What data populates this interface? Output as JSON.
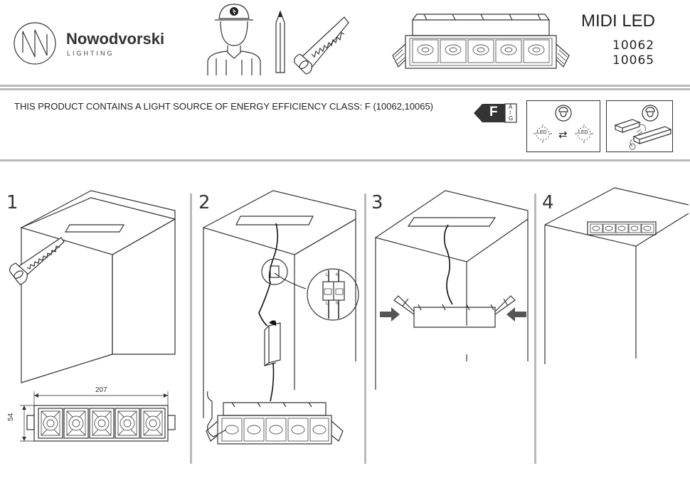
{
  "header": {
    "brand_name": "Nowodvorski",
    "brand_sub": "LIGHTING",
    "product_title": "MIDI LED",
    "product_codes": [
      "10062",
      "10065"
    ]
  },
  "energy": {
    "notice": "THIS PRODUCT CONTAINS A LIGHT SOURCE OF ENERGY EFFICIENCY CLASS: F  (10062,10065)",
    "class_letter": "F",
    "scale_top": "A",
    "scale_bottom": "G",
    "led_label": "LED"
  },
  "steps": [
    {
      "number": "1"
    },
    {
      "number": "2"
    },
    {
      "number": "3"
    },
    {
      "number": "4"
    }
  ],
  "dimensions": {
    "width": "207",
    "height": "54"
  },
  "wiring": {
    "terminal_labels": [
      "L",
      "N",
      "L",
      "N"
    ]
  }
}
